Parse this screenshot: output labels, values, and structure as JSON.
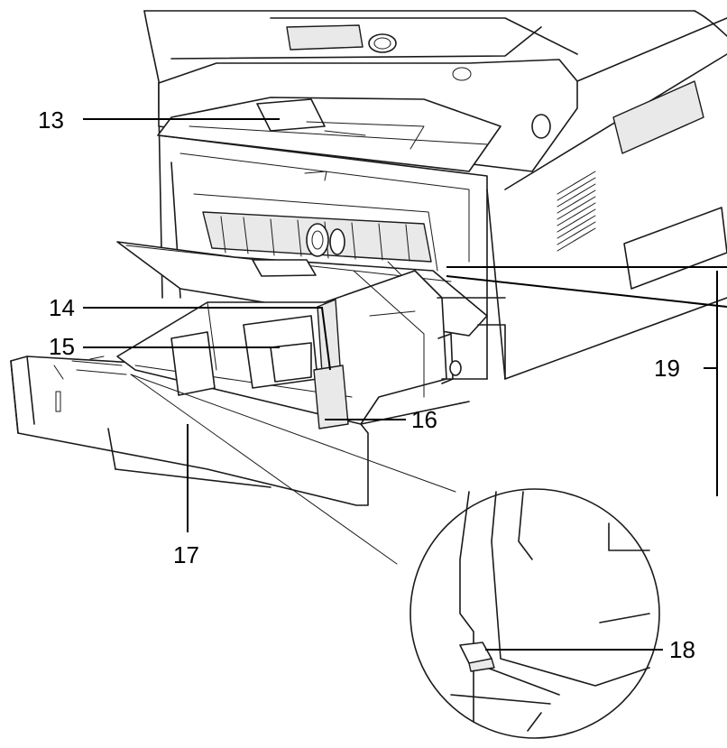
{
  "callouts": {
    "c13": "13",
    "c14": "14",
    "c15": "15",
    "c16": "16",
    "c17": "17",
    "c18": "18",
    "c19": "19"
  }
}
